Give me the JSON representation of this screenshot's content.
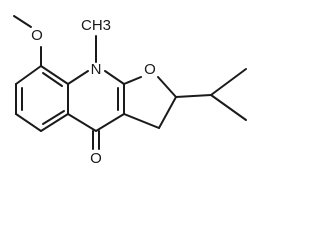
{
  "molecule": {
    "atom_labels": {
      "methoxy_oxygen": "O",
      "ring_nitrogen": "N",
      "n_methyl": "CH3",
      "furan_oxygen": "O",
      "carbonyl_oxygen": "O"
    }
  }
}
